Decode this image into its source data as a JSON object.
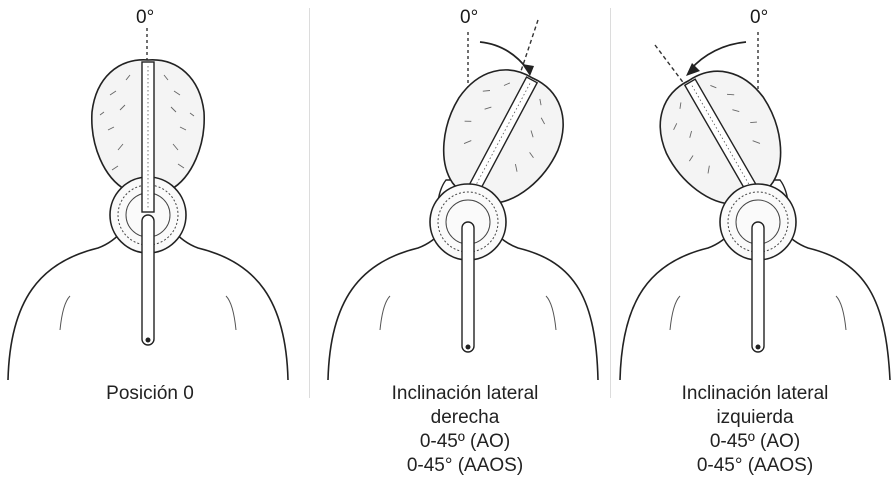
{
  "panels": [
    {
      "angle_label": "0°",
      "caption": [
        "Posición 0"
      ]
    },
    {
      "angle_label": "0°",
      "caption": [
        "Inclinación lateral",
        "derecha",
        "0-45º (AO)",
        "0-45° (AAOS)"
      ]
    },
    {
      "angle_label": "0°",
      "caption": [
        "Inclinación lateral",
        "izquierda",
        "0-45º (AO)",
        "0-45° (AAOS)"
      ]
    }
  ]
}
